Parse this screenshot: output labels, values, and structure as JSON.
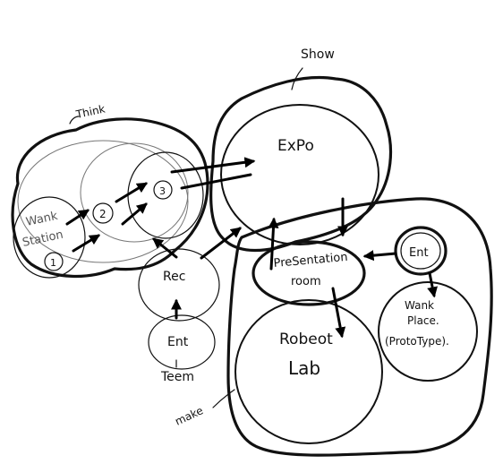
{
  "labels": {
    "think": "Think",
    "show": "Show",
    "make": "make",
    "expo": "ExPo",
    "work_station": [
      "Wank",
      "Station"
    ],
    "node1": "1",
    "node2": "2",
    "node3": "3",
    "rec": "Rec",
    "ent_left": "Ent",
    "team": "Teem",
    "presentation": [
      "PreSentation",
      "room"
    ],
    "ent_right": "Ent",
    "work_place": [
      "Wank",
      "Place.",
      "(ProtoType)."
    ],
    "robot_lab": [
      "Robeot",
      "Lab"
    ]
  },
  "colors": {
    "ink": "#111111",
    "faint": "#777777",
    "paper": "#ffffff"
  }
}
